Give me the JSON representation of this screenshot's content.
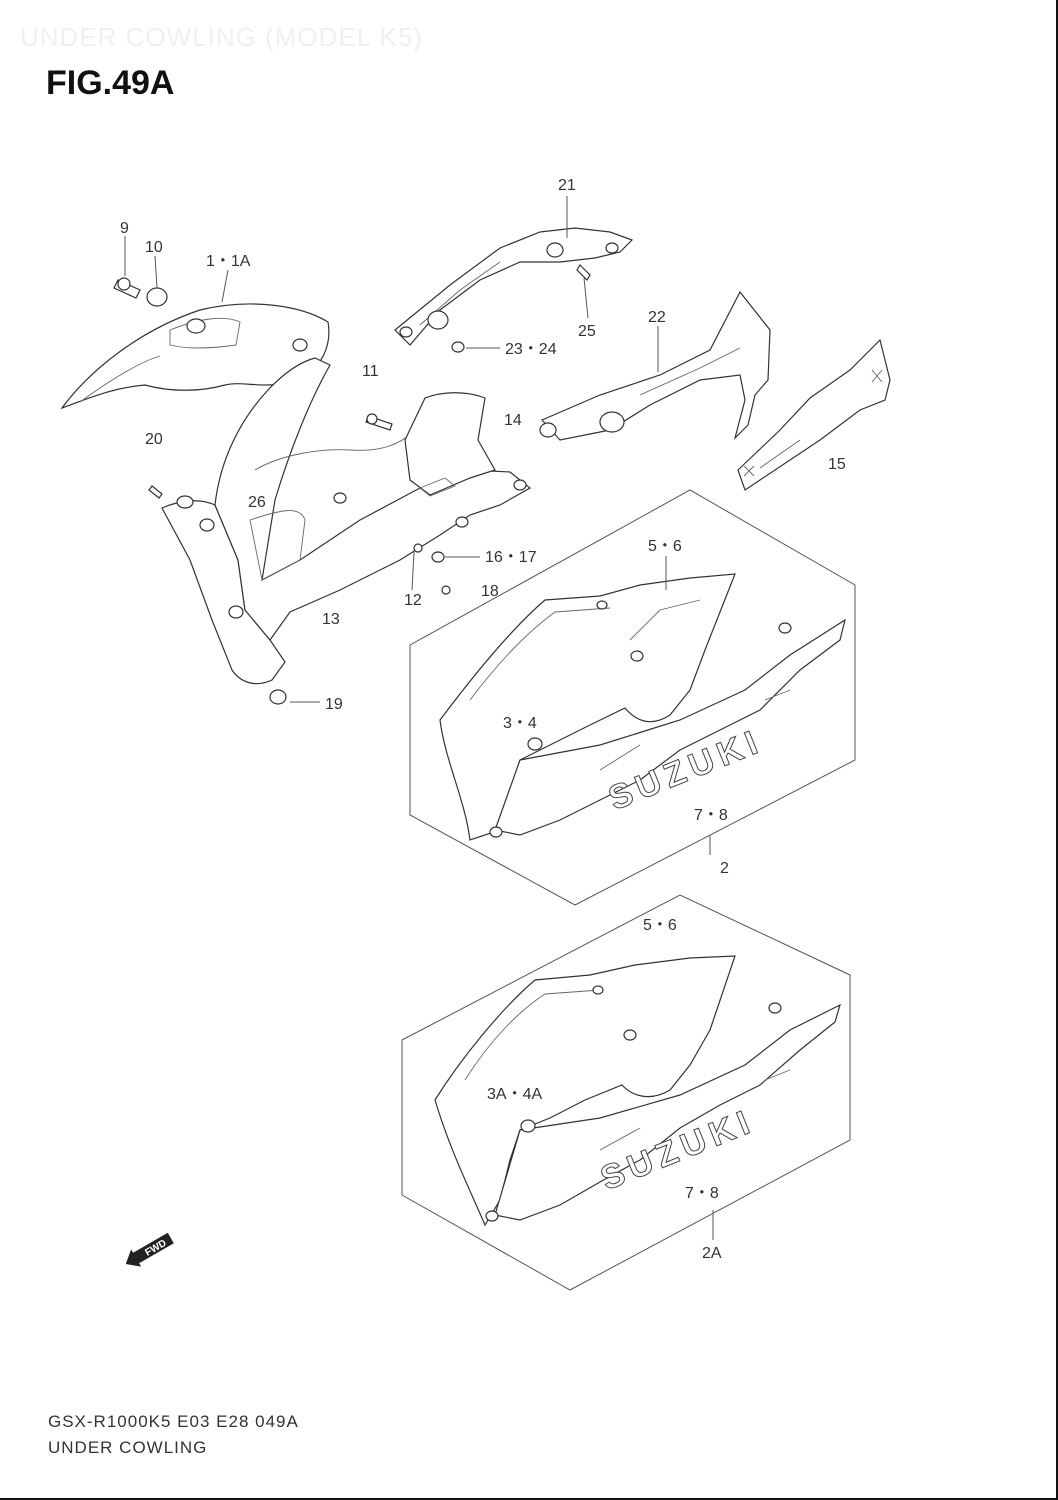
{
  "header": {
    "watermark": "UNDER COWLING (MODEL K5)",
    "figure": "FIG.49A"
  },
  "callouts": [
    {
      "id": "c9",
      "text": "9"
    },
    {
      "id": "c10",
      "text": "10"
    },
    {
      "id": "c1",
      "text": "1・1A"
    },
    {
      "id": "c21",
      "text": "21"
    },
    {
      "id": "c25",
      "text": "25"
    },
    {
      "id": "c22",
      "text": "22"
    },
    {
      "id": "c2324",
      "text": "23・24"
    },
    {
      "id": "c11",
      "text": "11"
    },
    {
      "id": "c14",
      "text": "14"
    },
    {
      "id": "c20",
      "text": "20"
    },
    {
      "id": "c15",
      "text": "15"
    },
    {
      "id": "c26",
      "text": "26"
    },
    {
      "id": "c1617",
      "text": "16・17"
    },
    {
      "id": "c18",
      "text": "18"
    },
    {
      "id": "c12",
      "text": "12"
    },
    {
      "id": "c13",
      "text": "13"
    },
    {
      "id": "c19",
      "text": "19"
    },
    {
      "id": "c56a",
      "text": "5・6"
    },
    {
      "id": "c34",
      "text": "3・4"
    },
    {
      "id": "c78a",
      "text": "7・8"
    },
    {
      "id": "c2",
      "text": "2"
    },
    {
      "id": "c56b",
      "text": "5・6"
    },
    {
      "id": "c3a4a",
      "text": "3A・4A"
    },
    {
      "id": "c78b",
      "text": "7・8"
    },
    {
      "id": "c2a",
      "text": "2A"
    }
  ],
  "decals": {
    "brand_upper": "SUZUKI",
    "brand_lower": "SUZUKI",
    "fwd_badge": "FWD"
  },
  "footer": {
    "code": "GSX-R1000K5 E03 E28 049A",
    "caption": "UNDER COWLING"
  },
  "colors": {
    "ink": "#333333",
    "background": "#ffffff"
  }
}
